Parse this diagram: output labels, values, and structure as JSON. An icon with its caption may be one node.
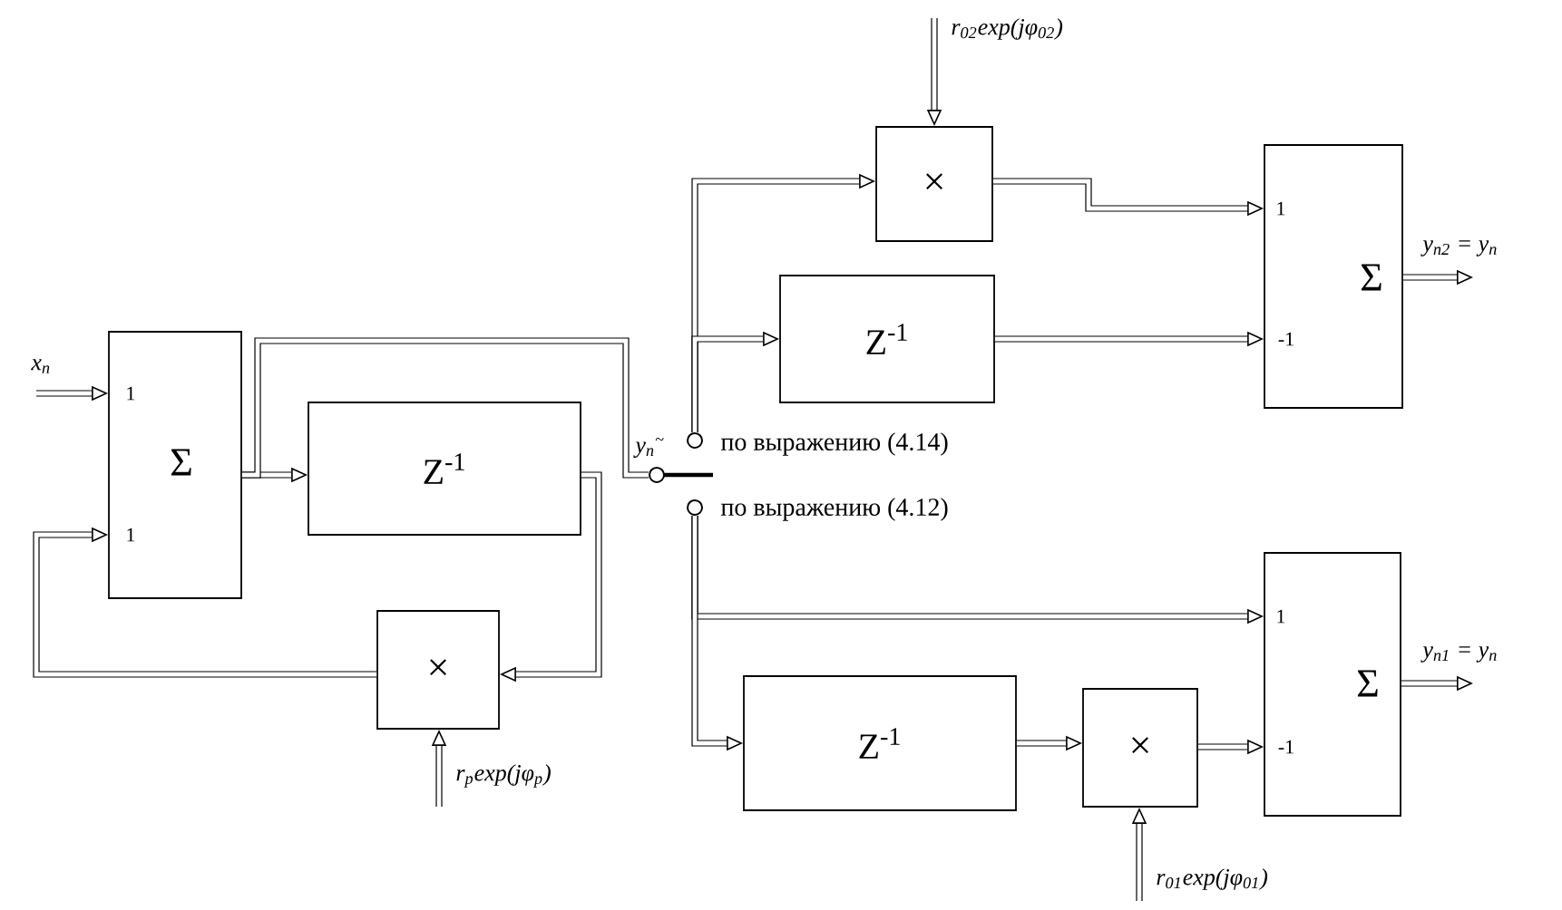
{
  "diagram": {
    "nodes": [
      {
        "text": [
          "1",
          "Σ",
          "1"
        ]
      },
      {
        "text": [
          "Z$^{-1}$"
        ]
      },
      {
        "text": [
          "×"
        ]
      },
      {
        "text": [
          "×"
        ]
      },
      {
        "text": [
          "Z$^{-1}$"
        ]
      },
      {
        "text": [
          "1",
          "Σ",
          "-1"
        ]
      },
      {
        "text": [
          "Z$^{-1}$"
        ]
      },
      {
        "text": [
          "×"
        ]
      },
      {
        "text": [
          "1",
          "Σ",
          "-1"
        ]
      },
      {
        "text": [],
        "shape": "circle",
        "beside": [
          "по выражению (4.14)"
        ]
      },
      {
        "text": [],
        "shape": "circle",
        "beside": [
          "по выражению (4.12)"
        ]
      },
      {
        "text": [],
        "shape": "circle",
        "beside": [
          "y$_{n}$$^{~}$"
        ]
      }
    ],
    "edges": [
      {
        "from": null,
        "to": 0,
        "arrow": "to",
        "label": "x$_{n}$"
      },
      {
        "from": 0,
        "to": 1,
        "arrow": "to"
      },
      {
        "from": 0,
        "to": 11,
        "arrow": "none"
      },
      {
        "from": 1,
        "to": 2,
        "arrow": "to"
      },
      {
        "from": 2,
        "to": 0,
        "arrow": "to"
      },
      {
        "from": null,
        "to": 2,
        "arrow": "to",
        "label": "r$_{p}$exp(jφ$_{p}$)"
      },
      {
        "from": 9,
        "to": 3,
        "arrow": "to"
      },
      {
        "from": 9,
        "to": 4,
        "arrow": "to"
      },
      {
        "from": null,
        "to": 3,
        "arrow": "to",
        "label": "r$_{02}$exp(jφ$_{02}$)"
      },
      {
        "from": 3,
        "to": 5,
        "arrow": "to"
      },
      {
        "from": 4,
        "to": 5,
        "arrow": "to"
      },
      {
        "from": 5,
        "to": null,
        "arrow": "to",
        "label": "y$_{n2}$ = y$_{n}$"
      },
      {
        "from": 10,
        "to": 8,
        "arrow": "to"
      },
      {
        "from": 10,
        "to": 6,
        "arrow": "to"
      },
      {
        "from": 6,
        "to": 7,
        "arrow": "to"
      },
      {
        "from": 7,
        "to": 8,
        "arrow": "to"
      },
      {
        "from": null,
        "to": 7,
        "arrow": "to",
        "label": "r$_{01}$exp(jφ$_{01}$)"
      },
      {
        "from": 8,
        "to": null,
        "arrow": "to",
        "label": "y$_{n1}$ = y$_{n}$"
      }
    ]
  }
}
